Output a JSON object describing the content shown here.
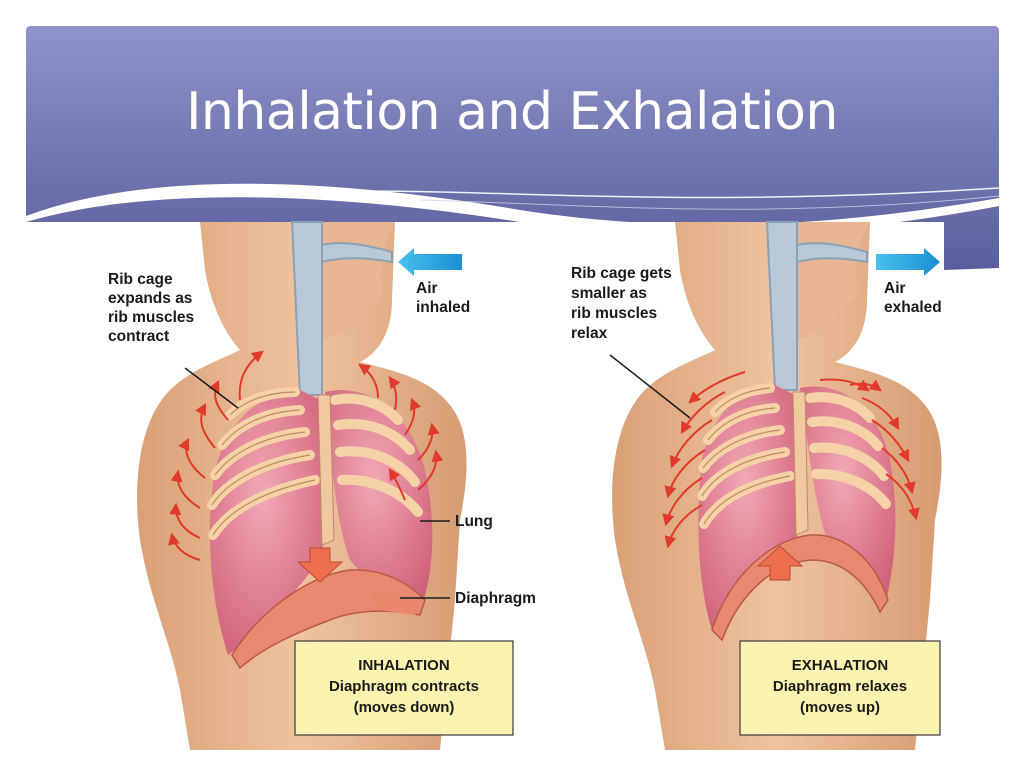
{
  "slide": {
    "title": "Inhalation and Exhalation"
  },
  "inhalation": {
    "rib_label": [
      "Rib cage",
      "expands as",
      "rib muscles",
      "contract"
    ],
    "air_label": [
      "Air",
      "inhaled"
    ],
    "lung_label": "Lung",
    "diaphragm_label": "Diaphragm",
    "box": [
      "INHALATION",
      "Diaphragm contracts",
      "(moves down)"
    ]
  },
  "exhalation": {
    "rib_label": [
      "Rib cage gets",
      "smaller as",
      "rib muscles",
      "relax"
    ],
    "air_label": [
      "Air",
      "exhaled"
    ],
    "box": [
      "EXHALATION",
      "Diaphragm relaxes",
      "(moves up)"
    ]
  },
  "colors": {
    "band_top": "#8c90c8",
    "band_bottom": "#5b5f9e",
    "skin": "#e8b58c",
    "lung": "#e07a8e",
    "arrow_red": "#e03a2a",
    "air_arrow": "#2aa8e0",
    "box_fill": "#fbf3b0"
  }
}
